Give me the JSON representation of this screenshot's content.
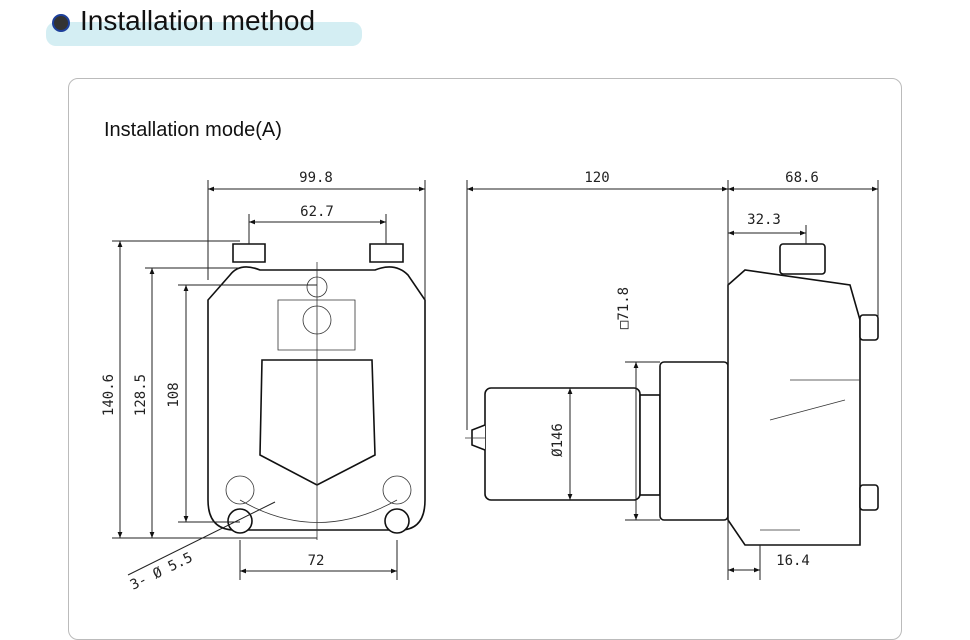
{
  "header": {
    "title": "Installation method"
  },
  "section": {
    "title": "Installation mode(A)"
  },
  "dimensions": {
    "width_overall": "99.8",
    "nozzle_spacing": "62.7",
    "height_overall": "140.6",
    "height_body": "128.5",
    "height_holes": "108",
    "hole_spacing": "72",
    "holes": "3- Ø 5.5",
    "motor_length": "120",
    "pump_depth": "68.6",
    "nozzle_offset": "32.3",
    "flange_square": "□71.8",
    "motor_diameter": "Ø146",
    "foot_thickness": "16.4"
  }
}
